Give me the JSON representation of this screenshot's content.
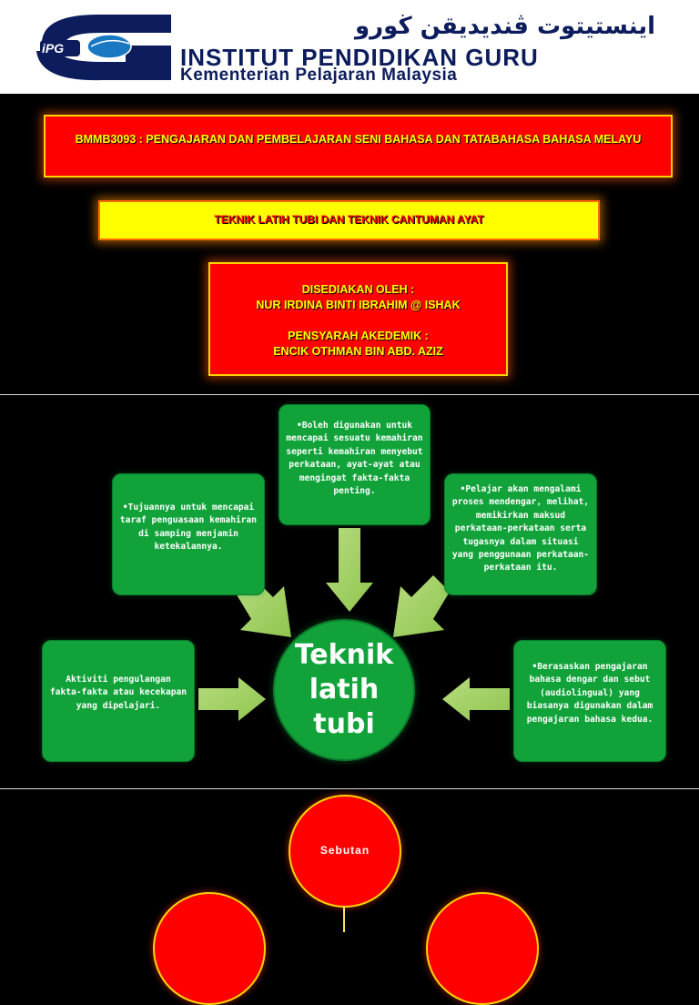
{
  "header": {
    "jawi_text": "اينستيتوت ڤنديديقن ڬورو",
    "title": "INSTITUT PENDIDIKAN GURU",
    "subtitle": "Kementerian Pelajaran Malaysia",
    "logo_text": "iPG"
  },
  "slide1": {
    "course": "BMMB3093 : PENGAJARAN DAN PEMBELAJARAN SENI BAHASA DAN TATABAHASA BAHASA MELAYU",
    "topic": "TEKNIK LATIH TUBI DAN TEKNIK CANTUMAN AYAT",
    "prepared_by_label": "DISEDIAKAN OLEH :",
    "prepared_by_name": "NUR IRDINA BINTI IBRAHIM @ ISHAK",
    "lecturer_label": "PENSYARAH AKEDEMIK :",
    "lecturer_name": "ENCIK OTHMAN BIN ABD. AZIZ"
  },
  "slide2": {
    "center": "Teknik latih tubi",
    "box_top": "•Boleh digunakan untuk mencapai sesuatu kemahiran seperti kemahiran menyebut perkataan, ayat-ayat atau mengingat fakta-fakta penting.",
    "box_upper_left": "•Tujuannya untuk mencapai taraf penguasaan kemahiran di samping menjamin ketekalannya.",
    "box_upper_right": "•Pelajar akan mengalami proses mendengar, melihat, memikirkan maksud perkataan-perkataan serta tugasnya dalam situasi yang penggunaan perkataan-perkataan itu.",
    "box_left": "Aktiviti pengulangan fakta-fakta atau kecekapan yang dipelajari.",
    "box_right": "•Berasaskan pengajaran bahasa dengar dan sebut (audiolingual) yang biasanya digunakan dalam pengajaran bahasa kedua."
  },
  "slide3": {
    "top_circle": "Sebutan"
  },
  "colors": {
    "red": "#ff0000",
    "yellow": "#ffff00",
    "green": "#11a33a",
    "navy": "#0c1c5c"
  }
}
